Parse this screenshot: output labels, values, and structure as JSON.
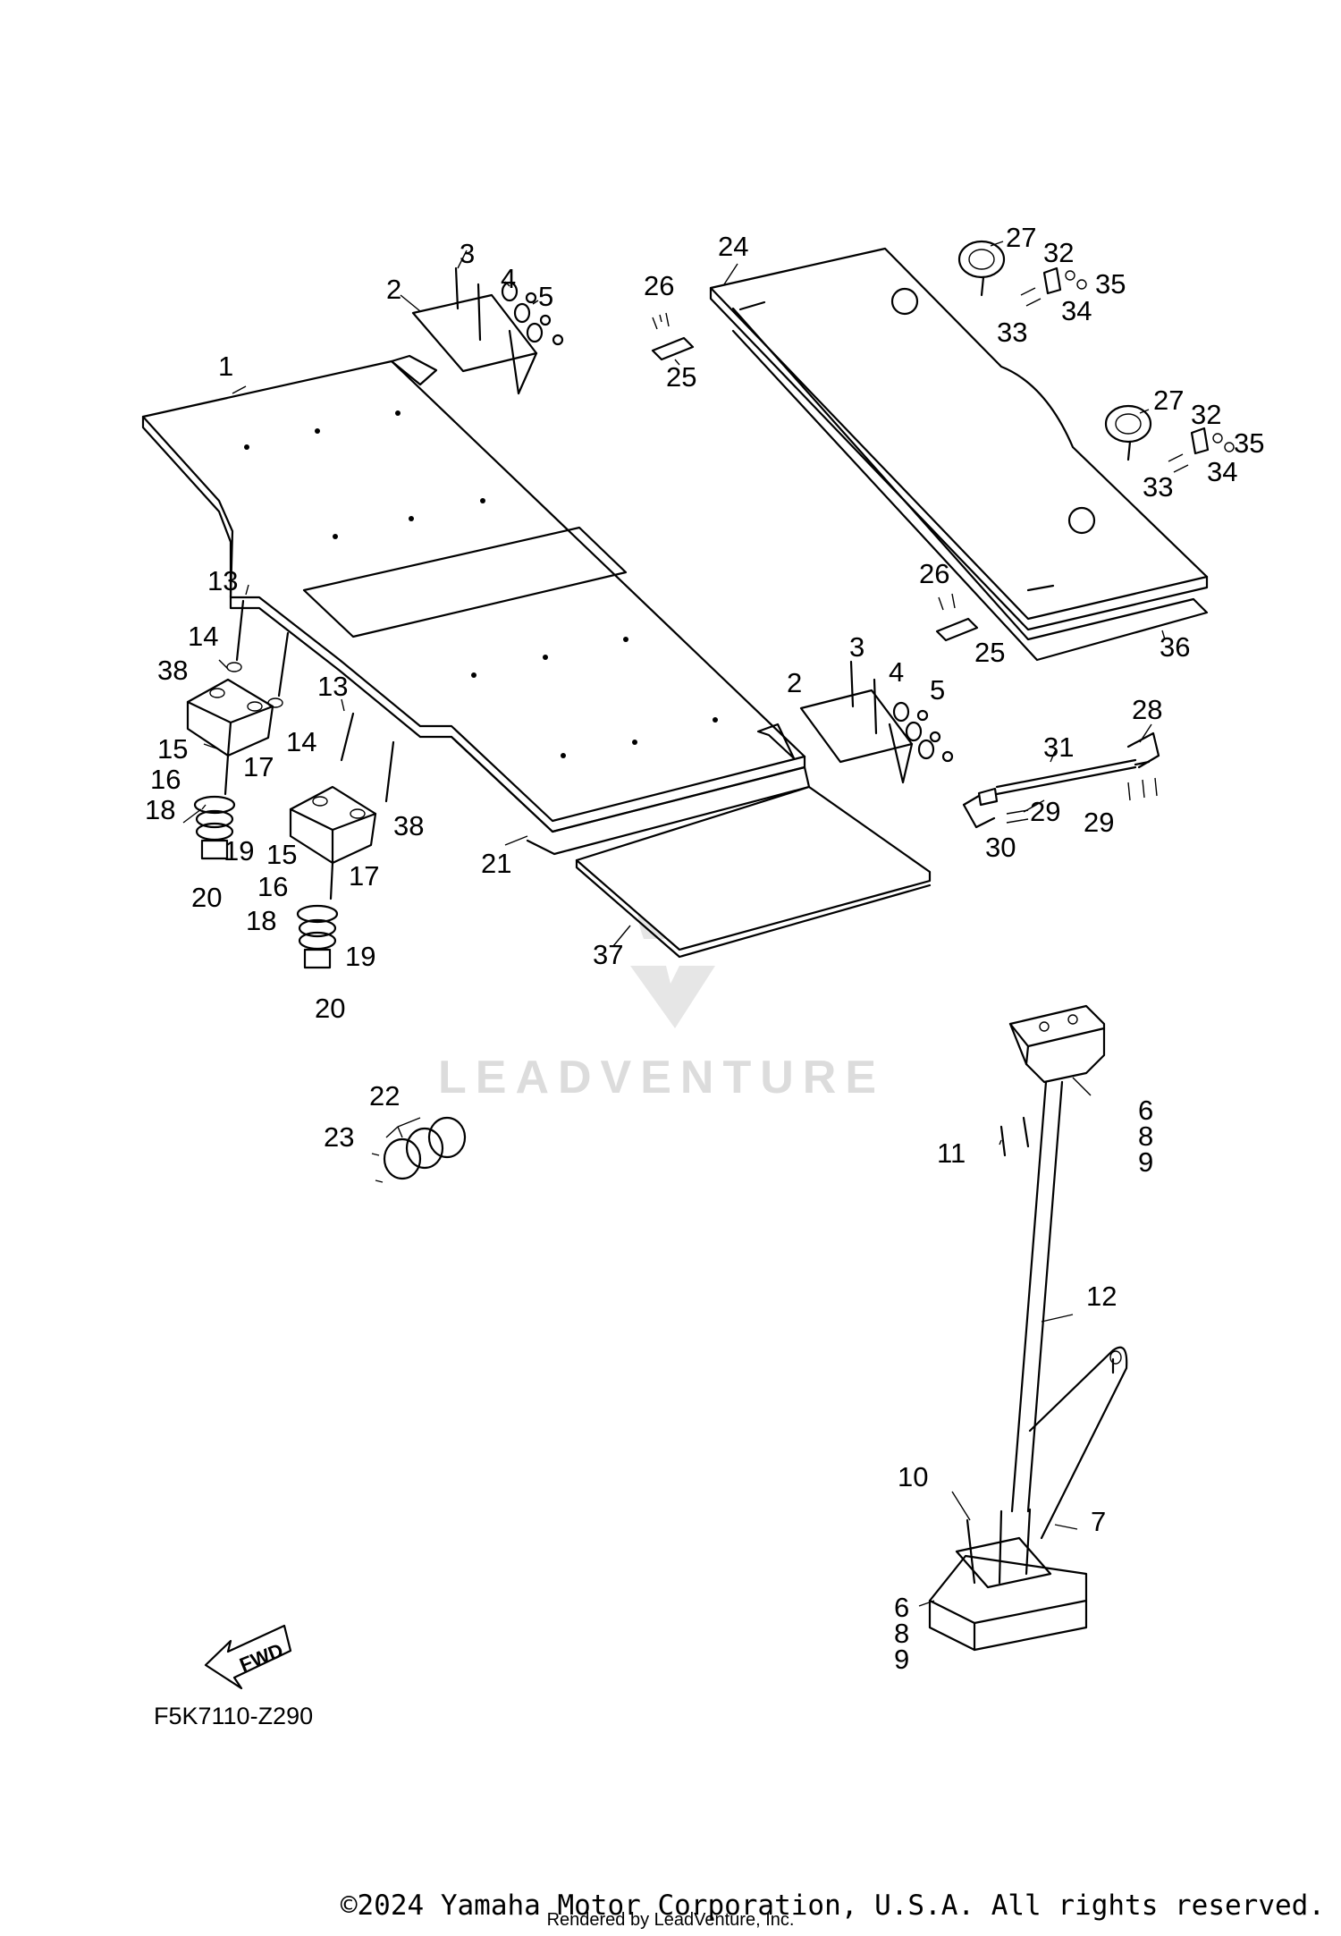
{
  "diagram": {
    "figure_code": "F5K7110-Z290",
    "fwd_label": "FWD",
    "watermark_brand": "LEADVENTURE",
    "callouts": [
      {
        "id": "c1",
        "text": "1"
      },
      {
        "id": "c2a",
        "text": "2"
      },
      {
        "id": "c3a",
        "text": "3"
      },
      {
        "id": "c4a",
        "text": "4"
      },
      {
        "id": "c5a",
        "text": "5"
      },
      {
        "id": "c26a",
        "text": "26"
      },
      {
        "id": "c25a",
        "text": "25"
      },
      {
        "id": "c24",
        "text": "24"
      },
      {
        "id": "c27a",
        "text": "27"
      },
      {
        "id": "c32a",
        "text": "32"
      },
      {
        "id": "c35a",
        "text": "35"
      },
      {
        "id": "c33a",
        "text": "33"
      },
      {
        "id": "c34a",
        "text": "34"
      },
      {
        "id": "c27b",
        "text": "27"
      },
      {
        "id": "c32b",
        "text": "32"
      },
      {
        "id": "c35b",
        "text": "35"
      },
      {
        "id": "c33b",
        "text": "33"
      },
      {
        "id": "c34b",
        "text": "34"
      },
      {
        "id": "c26b",
        "text": "26"
      },
      {
        "id": "c25b",
        "text": "25"
      },
      {
        "id": "c36",
        "text": "36"
      },
      {
        "id": "c13a",
        "text": "13"
      },
      {
        "id": "c14a",
        "text": "14"
      },
      {
        "id": "c38a",
        "text": "38"
      },
      {
        "id": "c15a",
        "text": "15"
      },
      {
        "id": "c16a",
        "text": "16"
      },
      {
        "id": "c17a",
        "text": "17"
      },
      {
        "id": "c18a",
        "text": "18"
      },
      {
        "id": "c19a",
        "text": "19"
      },
      {
        "id": "c20a",
        "text": "20"
      },
      {
        "id": "c13b",
        "text": "13"
      },
      {
        "id": "c14b",
        "text": "14"
      },
      {
        "id": "c38b",
        "text": "38"
      },
      {
        "id": "c15b",
        "text": "15"
      },
      {
        "id": "c16b",
        "text": "16"
      },
      {
        "id": "c17b",
        "text": "17"
      },
      {
        "id": "c18b",
        "text": "18"
      },
      {
        "id": "c19b",
        "text": "19"
      },
      {
        "id": "c20b",
        "text": "20"
      },
      {
        "id": "c2b",
        "text": "2"
      },
      {
        "id": "c3b",
        "text": "3"
      },
      {
        "id": "c4b",
        "text": "4"
      },
      {
        "id": "c5b",
        "text": "5"
      },
      {
        "id": "c28",
        "text": "28"
      },
      {
        "id": "c31",
        "text": "31"
      },
      {
        "id": "c29a",
        "text": "29"
      },
      {
        "id": "c29b",
        "text": "29"
      },
      {
        "id": "c30",
        "text": "30"
      },
      {
        "id": "c21",
        "text": "21"
      },
      {
        "id": "c37",
        "text": "37"
      },
      {
        "id": "c22",
        "text": "22"
      },
      {
        "id": "c23",
        "text": "23"
      },
      {
        "id": "c6a",
        "text": "6"
      },
      {
        "id": "c8a",
        "text": "8"
      },
      {
        "id": "c9a",
        "text": "9"
      },
      {
        "id": "c11",
        "text": "11"
      },
      {
        "id": "c12",
        "text": "12"
      },
      {
        "id": "c10",
        "text": "10"
      },
      {
        "id": "c7",
        "text": "7"
      },
      {
        "id": "c6b",
        "text": "6"
      },
      {
        "id": "c8b",
        "text": "8"
      },
      {
        "id": "c9b",
        "text": "9"
      }
    ]
  },
  "footer": {
    "copyright": "©2024 Yamaha Motor Corporation, U.S.A. All rights reserved.",
    "rendered_by": "Rendered by LeadVenture, Inc."
  }
}
